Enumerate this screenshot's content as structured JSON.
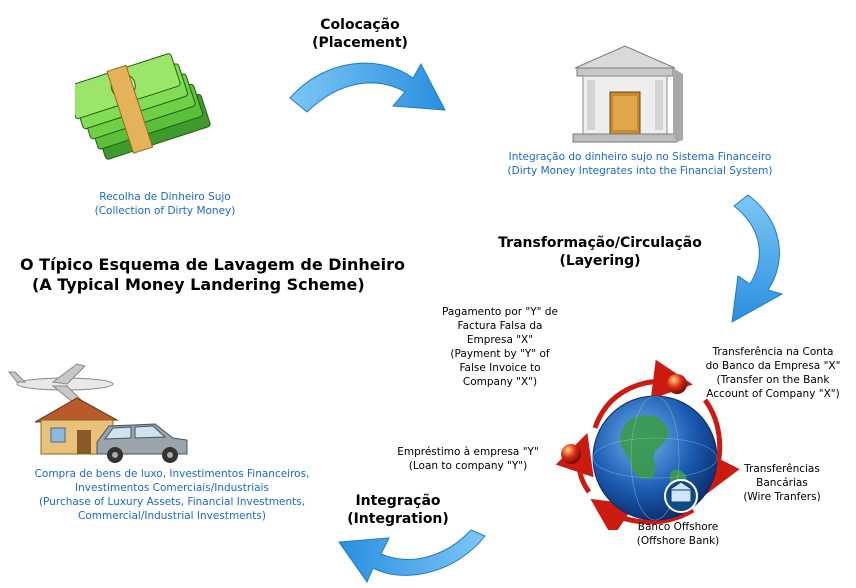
{
  "title": {
    "line1": "O Típico Esquema de Lavagem de Dinheiro",
    "line2": "(A Typical Money Landering Scheme)"
  },
  "stages": {
    "placement": {
      "line1": "Colocação",
      "line2": "(Placement)"
    },
    "layering": {
      "line1": "Transformação/Circulação",
      "line2": "(Layering)"
    },
    "integration": {
      "line1": "Integração",
      "line2": "(Integration)"
    }
  },
  "nodes": {
    "collection": {
      "line1": "Recolha de Dinheiro Sujo",
      "line2": "(Collection of Dirty Money)"
    },
    "financial_system": {
      "line1": "Integração do dinheiro sujo no Sistema Financeiro",
      "line2": "(Dirty Money Integrates into the Financial System)"
    },
    "luxury": {
      "line1": "Compra de bens de luxo, Investimentos Financeiros,",
      "line2": "Investimentos Comerciais/Industriais",
      "line3": "(Purchase of Luxury Assets, Financial Investments,",
      "line4": "Commercial/Industrial Investments)"
    }
  },
  "cycle_labels": {
    "payment": {
      "line1": "Pagamento por \"Y\" de",
      "line2": "Factura Falsa da",
      "line3": "Empresa \"X\"",
      "line4": "(Payment by \"Y\" of",
      "line5": "False Invoice to",
      "line6": "Company \"X\")"
    },
    "transfer_account": {
      "line1": "Transferência na Conta",
      "line2": "do Banco da Empresa \"X\"",
      "line3": "(Transfer on the Bank",
      "line4": "Account of Company \"X\")"
    },
    "loan": {
      "line1": "Empréstimo à empresa \"Y\"",
      "line2": "(Loan to company \"Y\")"
    },
    "wire": {
      "line1": "Transferências",
      "line2": "Bancárias",
      "line3": "(Wire Tranfers)"
    },
    "offshore": {
      "line1": "Banco Offshore",
      "line2": "(Offshore Bank)"
    }
  },
  "icons": {
    "money": "money-stack-icon",
    "bank": "bank-building-icon",
    "house_car": "house-car-plane-icon",
    "globe": "globe-icon"
  },
  "colors": {
    "blue_text": "#1a66d8",
    "arrow_blue": "#3aa0e8",
    "cycle_red": "#cc1a10"
  }
}
